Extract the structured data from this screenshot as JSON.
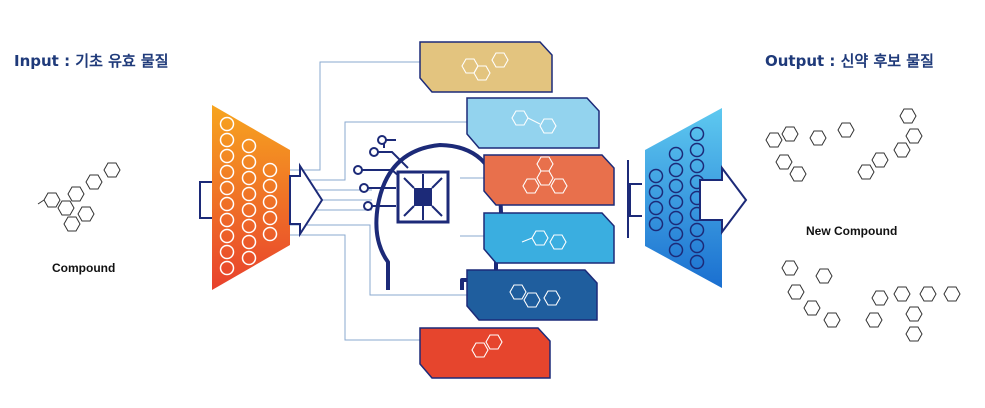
{
  "input": {
    "title": "Input : 기초 유효 물질",
    "compound_label": "Compound"
  },
  "output": {
    "title": "Output : 신약 후보 물질",
    "compound_label": "New Compound"
  },
  "fragment_cards": [
    {
      "name": "fragment-card-tan",
      "color": "#e3c47f"
    },
    {
      "name": "fragment-card-light-blue",
      "color": "#93d3ee"
    },
    {
      "name": "fragment-card-orange",
      "color": "#e8704c"
    },
    {
      "name": "fragment-card-cyan",
      "color": "#3aaee0"
    },
    {
      "name": "fragment-card-dark-blue",
      "color": "#1f5e9e"
    },
    {
      "name": "fragment-card-red",
      "color": "#e6452d"
    }
  ],
  "colors": {
    "encoder_gradient_top": "#f7a51f",
    "encoder_gradient_bottom": "#e8412d",
    "decoder_gradient_top": "#5ec9f0",
    "decoder_gradient_bottom": "#1a6fd0",
    "navy": "#1c2a78",
    "connector": "#6f8fc0",
    "title": "#1f3a7a"
  },
  "icons": {
    "encoder": "encoder-funnel-icon",
    "decoder": "decoder-funnel-icon",
    "ai_head": "ai-head-icon",
    "chip": "circuit-chip-icon"
  }
}
